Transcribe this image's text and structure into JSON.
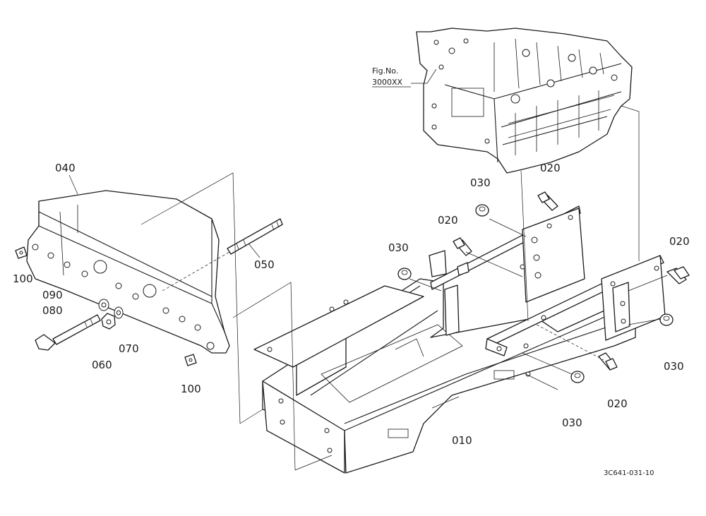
{
  "figure_ref": {
    "line1": "Fig.No.",
    "line2": "3000XX"
  },
  "drawing_code": "3C641-031-10",
  "callouts": [
    {
      "id": "c040",
      "text": "040"
    },
    {
      "id": "c100a",
      "text": "100"
    },
    {
      "id": "c090",
      "text": "090"
    },
    {
      "id": "c080",
      "text": "080"
    },
    {
      "id": "c060",
      "text": "060"
    },
    {
      "id": "c070",
      "text": "070"
    },
    {
      "id": "c100b",
      "text": "100"
    },
    {
      "id": "c050",
      "text": "050"
    },
    {
      "id": "c030a",
      "text": "030"
    },
    {
      "id": "c020a",
      "text": "020"
    },
    {
      "id": "c030b",
      "text": "030"
    },
    {
      "id": "c020b",
      "text": "020"
    },
    {
      "id": "c020c",
      "text": "020"
    },
    {
      "id": "c030c",
      "text": "030"
    },
    {
      "id": "c020d",
      "text": "020"
    },
    {
      "id": "c030d",
      "text": "030"
    },
    {
      "id": "c010",
      "text": "010"
    }
  ]
}
